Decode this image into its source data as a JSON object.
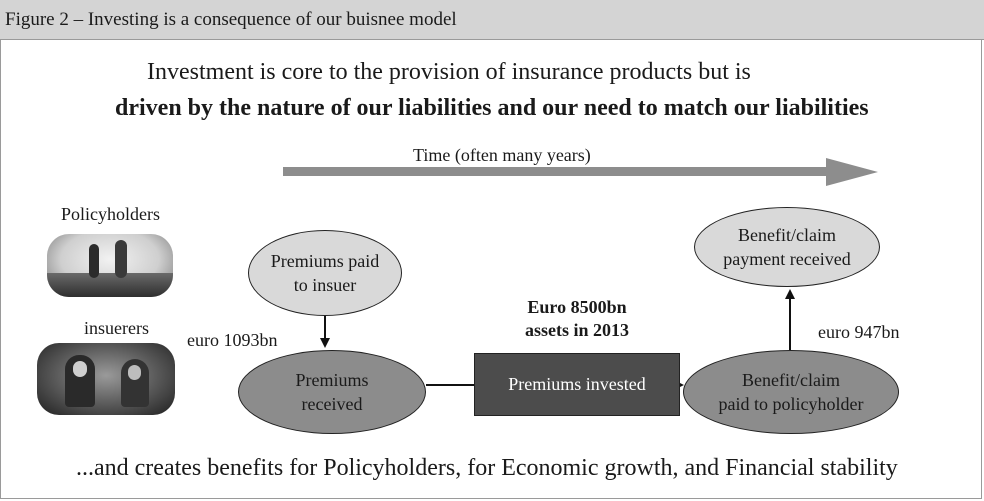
{
  "header": {
    "title": "Figure 2 – Investing is a consequence of our buisnee model"
  },
  "intro": {
    "line1": "Investment is core to the provision of insurance products but is",
    "line2": "driven by the nature of our liabilities and our need to match our liabilities"
  },
  "timeline": {
    "label": "Time (often many years)"
  },
  "actors": {
    "policyholders": {
      "label": "Policyholders",
      "icon": "family-photo"
    },
    "insurers": {
      "label": "insuerers",
      "icon": "people-photo"
    }
  },
  "nodes": {
    "premiums_paid": "Premiums paid\nto insuer",
    "premiums_received": "Premiums\nreceived",
    "premiums_invested": "Premiums invested",
    "benefit_paid": "Benefit/claim\npaid to policyholder",
    "benefit_received": "Benefit/claim\npayment received"
  },
  "amounts": {
    "premiums": "euro 1093bn",
    "assets": "Euro 8500bn\nassets in 2013",
    "benefits": "euro 947bn"
  },
  "footer": "...and creates benefits for Policyholders, for Economic growth, and Financial stability",
  "colors": {
    "header_bg": "#d4d4d4",
    "light_node": "#d9d9d9",
    "dark_node": "#8c8c8c",
    "box": "#4c4c4c",
    "time_arrow": "#8d8d8d"
  }
}
